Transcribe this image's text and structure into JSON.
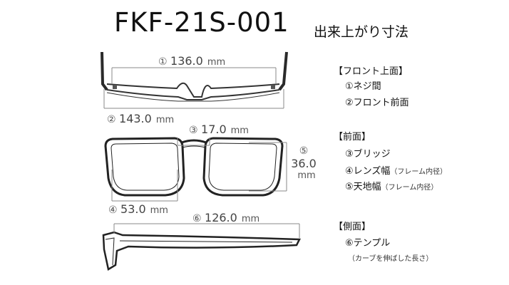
{
  "title": "FKF-21S-001",
  "subtitle": "出来上がり寸法",
  "dims": {
    "d1": {
      "label": "①",
      "value": "136.0",
      "unit": "mm"
    },
    "d2": {
      "label": "②",
      "value": "143.0",
      "unit": "mm"
    },
    "d3": {
      "label": "③",
      "value": "17.0",
      "unit": "mm"
    },
    "d4": {
      "label": "④",
      "value": "53.0",
      "unit": "mm"
    },
    "d5": {
      "label": "⑤",
      "value": "36.0",
      "unit": "mm"
    },
    "d6": {
      "label": "⑥",
      "value": "126.0",
      "unit": "mm"
    }
  },
  "legend": {
    "front_top": {
      "heading": "【フロント上面】",
      "items": [
        "①ネジ間",
        "②フロント前面"
      ]
    },
    "front": {
      "heading": "【前面】",
      "items": [
        {
          "label": "③ブリッジ",
          "note": ""
        },
        {
          "label": "④レンズ幅",
          "note": "（フレーム内径）"
        },
        {
          "label": "⑤天地幅",
          "note": "（フレーム内径）"
        }
      ]
    },
    "side": {
      "heading": "【側面】",
      "items": [
        "⑥テンプル"
      ],
      "note": "（カーブを伸ばした長さ）"
    }
  }
}
